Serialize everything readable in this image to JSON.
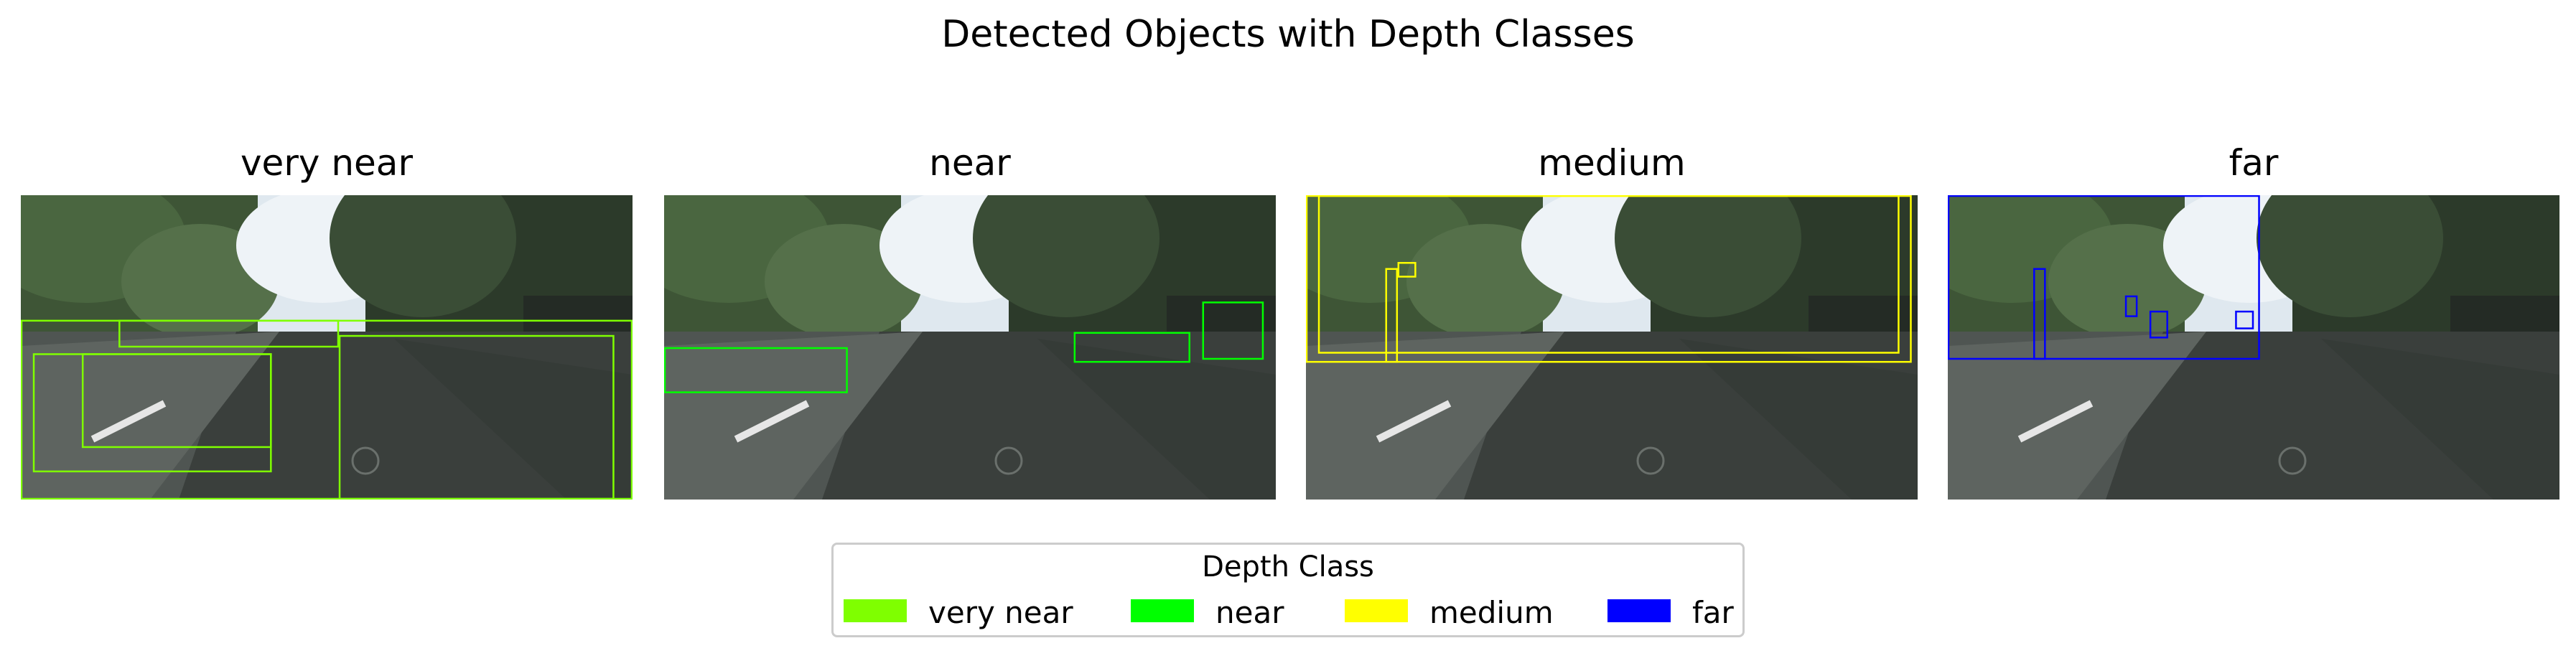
{
  "figure": {
    "title": "Detected Objects with Depth Classes"
  },
  "chart_data": {
    "type": "image_grid",
    "title": "Detected Objects with Depth Classes",
    "panels": [
      {
        "title": "very near",
        "class": "very near",
        "color": "#7fff00",
        "boxes": [
          [
            0.0,
            0.41,
            1.0,
            1.0
          ],
          [
            0.02,
            0.52,
            0.41,
            0.91
          ],
          [
            0.1,
            0.52,
            0.41,
            0.83
          ],
          [
            0.52,
            0.46,
            0.97,
            1.0
          ],
          [
            0.16,
            0.41,
            0.52,
            0.5
          ]
        ]
      },
      {
        "title": "near",
        "class": "near",
        "color": "#00ff00",
        "boxes": [
          [
            0.0,
            0.5,
            0.3,
            0.65
          ],
          [
            0.67,
            0.45,
            0.86,
            0.55
          ],
          [
            0.88,
            0.35,
            0.98,
            0.54
          ]
        ]
      },
      {
        "title": "medium",
        "class": "medium",
        "color": "#ffff00",
        "boxes": [
          [
            0.0,
            0.0,
            0.99,
            0.55
          ],
          [
            0.02,
            0.0,
            0.97,
            0.52
          ],
          [
            0.13,
            0.24,
            0.15,
            0.55
          ],
          [
            0.15,
            0.22,
            0.18,
            0.27
          ]
        ]
      },
      {
        "title": "far",
        "class": "far",
        "color": "#0000ff",
        "boxes": [
          [
            0.0,
            0.0,
            0.51,
            0.54
          ],
          [
            0.14,
            0.24,
            0.16,
            0.54
          ],
          [
            0.29,
            0.33,
            0.31,
            0.4
          ],
          [
            0.33,
            0.38,
            0.36,
            0.47
          ],
          [
            0.47,
            0.38,
            0.5,
            0.44
          ]
        ]
      }
    ],
    "legend": {
      "title": "Depth Class",
      "placement": "bottom-center",
      "entries": [
        {
          "label": "very near",
          "color": "#7fff00"
        },
        {
          "label": "near",
          "color": "#00ff00"
        },
        {
          "label": "medium",
          "color": "#ffff00"
        },
        {
          "label": "far",
          "color": "#0000ff"
        }
      ]
    }
  }
}
